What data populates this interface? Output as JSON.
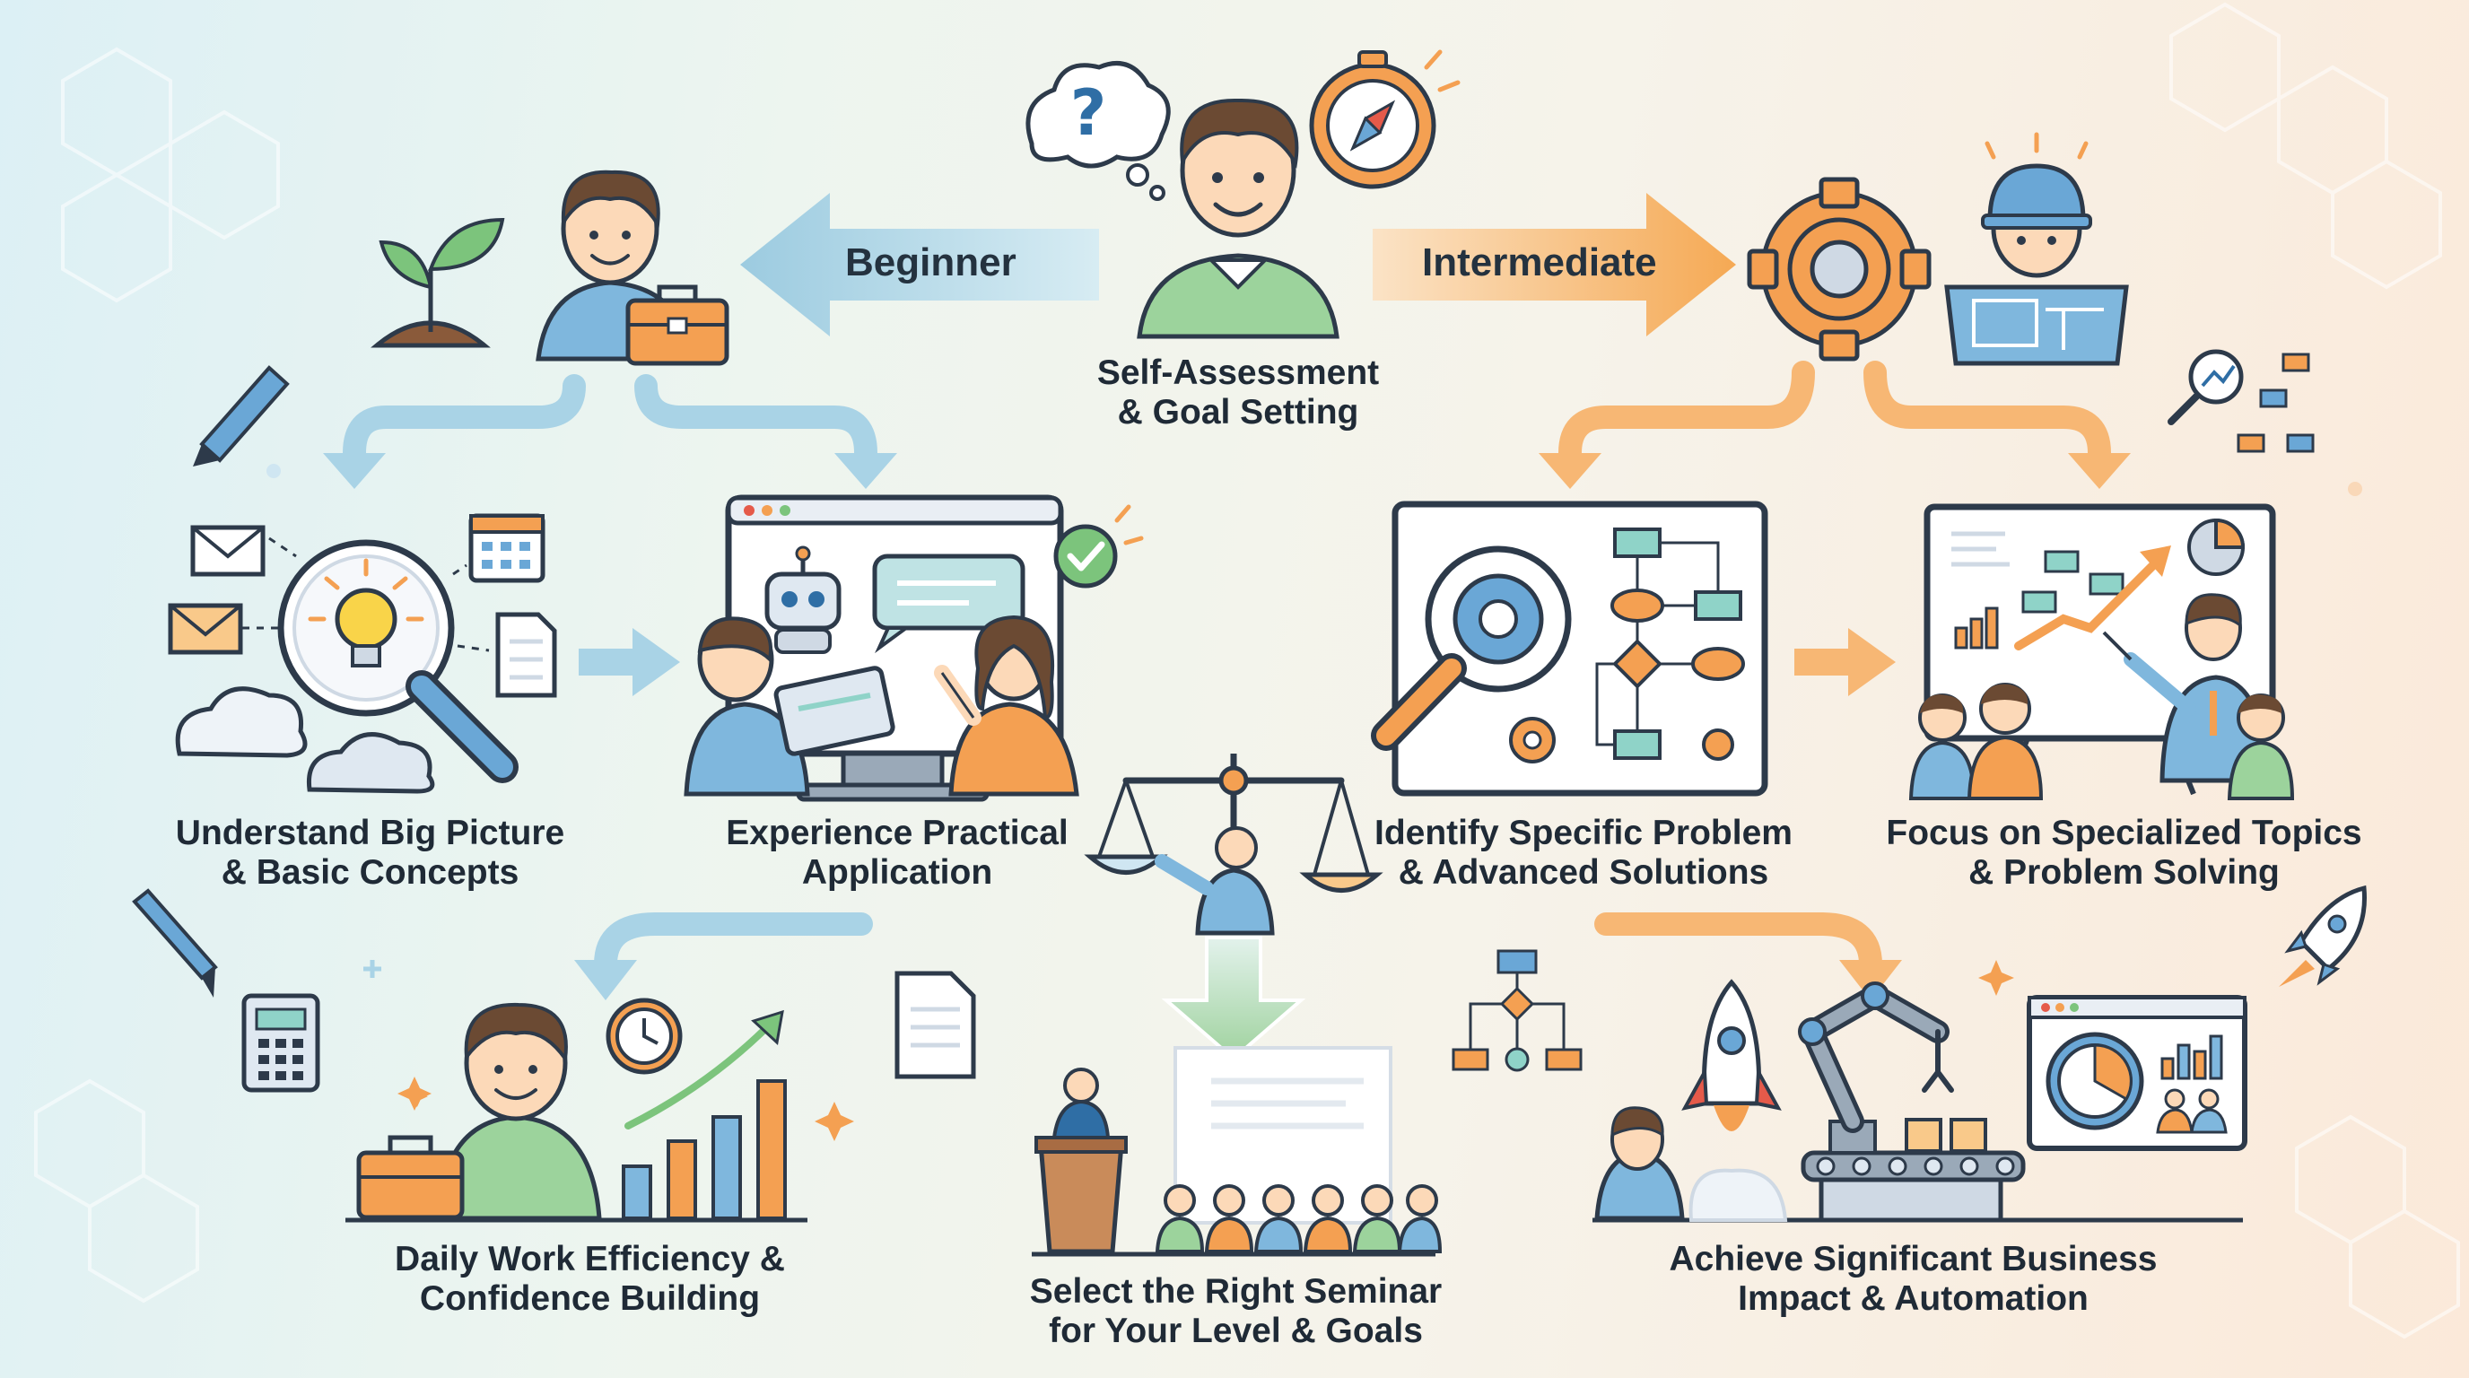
{
  "center": {
    "title_line1": "Self-Assessment",
    "title_line2": "& Goal Setting"
  },
  "paths": {
    "beginner_label": "Beginner",
    "intermediate_label": "Intermediate"
  },
  "steps": {
    "big_picture": {
      "line1": "Understand Big Picture",
      "line2": "& Basic Concepts"
    },
    "practical": {
      "line1": "Experience Practical",
      "line2": "Application"
    },
    "identify": {
      "line1": "Identify Specific Problem",
      "line2": "& Advanced Solutions"
    },
    "specialized": {
      "line1": "Focus on Specialized Topics",
      "line2": "& Problem Solving"
    },
    "daily": {
      "line1": "Daily Work Efficiency &",
      "line2": "Confidence Building"
    },
    "seminar": {
      "line1": "Select the Right Seminar",
      "line2": "for Your Level & Goals"
    },
    "impact": {
      "line1": "Achieve Significant Business",
      "line2": "Impact & Automation"
    }
  },
  "colors": {
    "beginner_blue": "#9ccbe0",
    "intermediate_orange": "#f5b36b",
    "outline": "#2d3a4a",
    "skin": "#fcd9b8",
    "hair": "#6b4a33",
    "shirt_green": "#9cd39c",
    "shirt_blue": "#7fb7dd",
    "accent_orange": "#f4a052",
    "accent_teal": "#8fd3c8"
  }
}
